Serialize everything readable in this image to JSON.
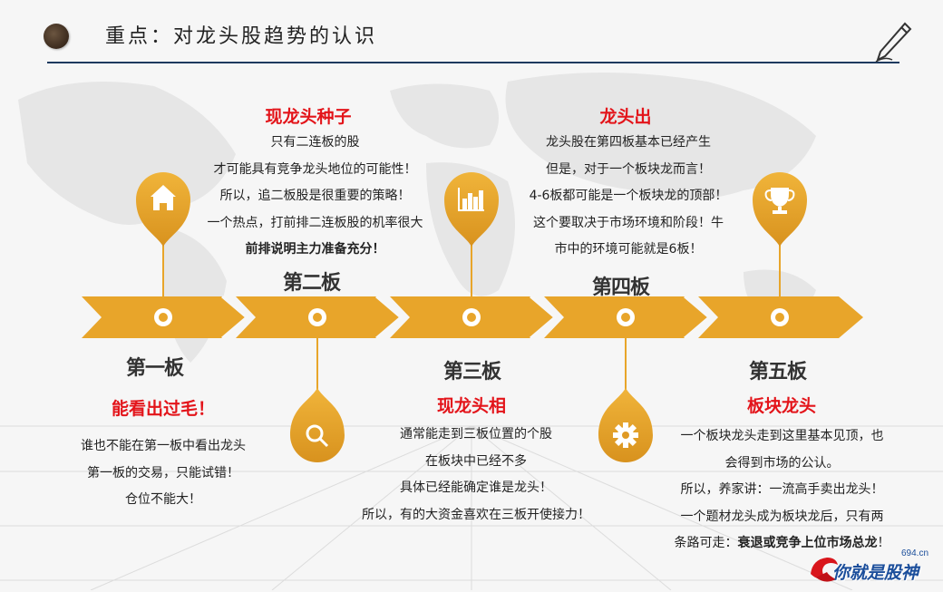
{
  "header": {
    "title": "重点：对龙头股趋势的认识"
  },
  "colors": {
    "accent": "#e8a52a",
    "accent_dark": "#c7861a",
    "title_red": "#e3141a",
    "rule_navy": "#1e3a5f"
  },
  "stages": [
    {
      "board": "第一板",
      "heading": "能看出过毛！",
      "lines": [
        "谁也不能在第一板中看出龙头",
        "第一板的交易，只能试错！",
        "仓位不能大！"
      ],
      "icon": "home-icon"
    },
    {
      "board": "第二板",
      "heading": "现龙头种子",
      "lines": [
        "只有二连板的股",
        "才可能具有竞争龙头地位的可能性！",
        "所以，追二板股是很重要的策略！",
        "一个热点，打前排二连板股的机率很大"
      ],
      "bold_line": "前排说明主力准备充分！",
      "icon": "search-icon"
    },
    {
      "board": "第三板",
      "heading": "现龙头相",
      "lines": [
        "通常能走到三板位置的个股",
        "在板块中已经不多",
        "具体已经能确定谁是龙头！",
        "所以，有的大资金喜欢在三板开使接力！"
      ],
      "icon": "bar-chart-icon"
    },
    {
      "board": "第四板",
      "heading": "龙头出",
      "lines": [
        "龙头股在第四板基本已经产生",
        "但是，对于一个板块龙而言！",
        "4-6板都可能是一个板块龙的顶部！",
        "这个要取决于市场环境和阶段！牛",
        "市中的环境可能就是6板！"
      ],
      "icon": "gear-icon"
    },
    {
      "board": "第五板",
      "heading": "板块龙头",
      "lines": [
        "一个板块龙头走到这里基本见顶，也",
        "会得到市场的公认。",
        "所以，养家讲：一流高手卖出龙头！",
        "一个题材龙头成为板块龙后，只有两"
      ],
      "last_prefix": "条路可走：",
      "last_bold": "衰退或竞争上位市场总龙",
      "last_suffix": "！",
      "icon": "trophy-icon"
    }
  ],
  "watermark": {
    "text": "你就是股神",
    "domain": "694.cn"
  }
}
